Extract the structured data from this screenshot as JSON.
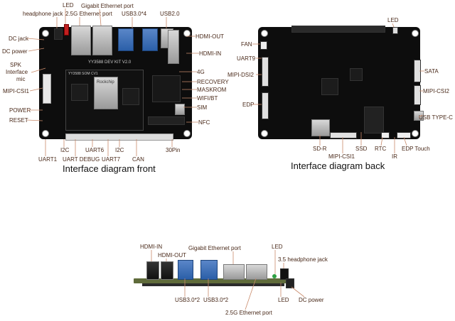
{
  "front": {
    "caption": "Interface diagram front",
    "labels": {
      "led": "LED",
      "headphone": "headphone jack",
      "gbe": "Gigabit Ethernet port",
      "eth25": "2.5G Ethernet port",
      "usb30": "USB3.0*4",
      "usb20": "USB2.0",
      "dc_jack": "DC jack",
      "dc_power": "DC power",
      "spk": "SPK",
      "interface": "Interface",
      "mic": "mic",
      "mipi_csi1": "MIPI-CSI1",
      "power": "POWER",
      "reset": "RESET",
      "hdmi_out": "HDMI-OUT",
      "hdmi_in": "HDMI-IN",
      "g4": "4G",
      "recovery": "RECOVERY",
      "maskrom": "MASKROM",
      "wifi": "WIFI/BT",
      "sim": "SIM",
      "nfc": "NFC",
      "uart1": "UART1",
      "i2c_a": "I2C",
      "uart_debug": "UART DEBUG",
      "uart6": "UART6",
      "uart7": "UART7",
      "i2c_b": "I2C",
      "can": "CAN",
      "pin30": "30Pin"
    },
    "silk": {
      "board": "YY3588  DEV KIT  V2.0",
      "module": "YY3588 SOM  CV1",
      "soc": "Rockchip"
    }
  },
  "back": {
    "caption": "Interface diagram back",
    "labels": {
      "led": "LED",
      "fan": "FAN",
      "uart9": "UART9",
      "mipi_dsi2": "MIPI-DSI2",
      "edp": "EDP",
      "sata": "SATA",
      "mipi_csi2": "MIPI-CSI2",
      "usb_c": "USB TYPE-C",
      "sd": "SD-R",
      "mipi_csi1": "MIPI-CSI1",
      "ssd": "SSD",
      "rtc": "RTC",
      "ir": "IR",
      "edp_touch": "EDP Touch"
    }
  },
  "side": {
    "labels": {
      "hdmi_in": "HDMI-IN",
      "hdmi_out": "HDMI-OUT",
      "gbe": "Gigabit Ethernet port",
      "led_top": "LED",
      "headphone": "3.5 headphone jack",
      "usb_a": "USB3.0*2",
      "usb_b": "USB3.0*2",
      "eth25": "2.5G Ethernet port",
      "led_bottom": "LED",
      "dc_power": "DC power"
    }
  },
  "colors": {
    "board": "#0d0d0d",
    "label": "#4a2a1a",
    "leader": "#c98a6a",
    "usb": "#2b5fa8",
    "pcb_edge": "#5f6b3a"
  }
}
